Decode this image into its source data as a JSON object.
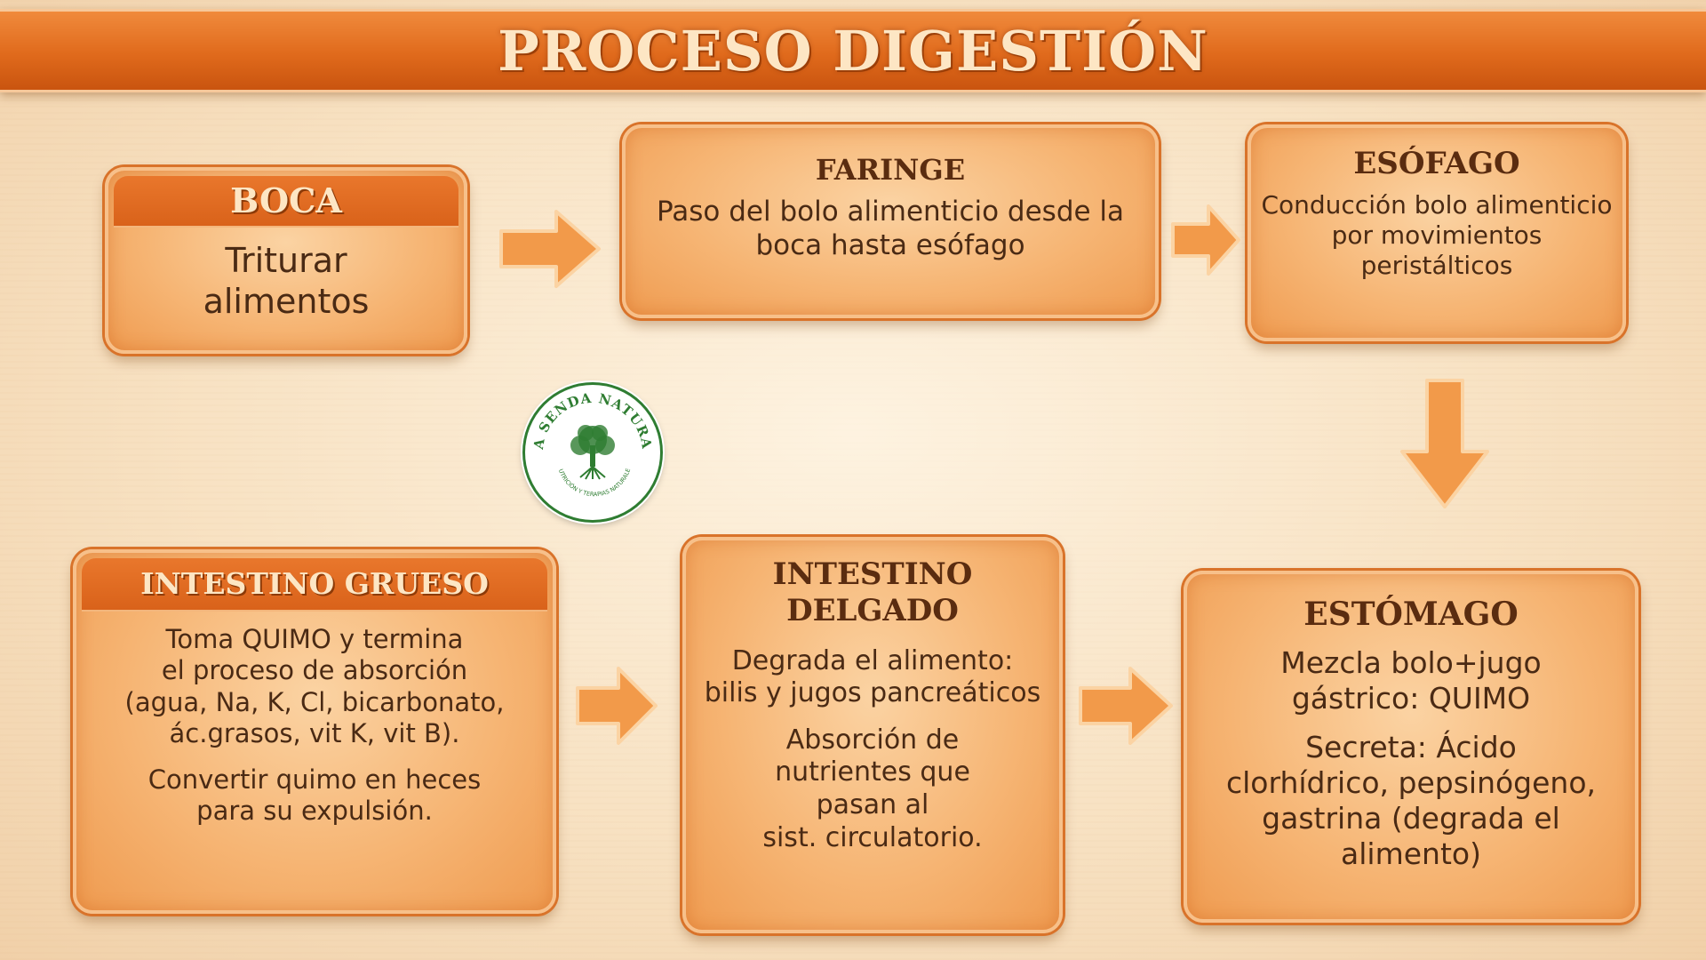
{
  "title": "PROCESO DIGESTIÓN",
  "stages": {
    "boca": {
      "name": "BOCA",
      "lines": [
        "Triturar",
        "alimentos"
      ]
    },
    "faringe": {
      "name": "FARINGE",
      "lines": [
        "Paso del bolo alimenticio desde la",
        "boca hasta esófago"
      ]
    },
    "esofago": {
      "name": "ESÓFAGO",
      "lines": [
        "Conducción bolo alimenticio",
        "por movimientos",
        "peristálticos"
      ]
    },
    "estomago": {
      "name": "ESTÓMAGO",
      "lines": [
        "Mezcla bolo+jugo",
        "gástrico: QUIMO",
        "Secreta: Ácido",
        "clorhídrico, pepsinógeno,",
        "gastrina (degrada el",
        "alimento)"
      ]
    },
    "delgado": {
      "name_lines": [
        "INTESTINO",
        "DELGADO"
      ],
      "lines": [
        "Degrada el alimento:",
        "bilis y jugos pancreáticos",
        "Absorción de",
        "nutrientes que",
        "pasan al",
        "sist. circulatorio."
      ]
    },
    "grueso": {
      "name": "INTESTINO GRUESO",
      "lines": [
        "Toma QUIMO y termina",
        "el proceso de absorción",
        "(agua, Na, K, Cl, bicarbonato,",
        "ác.grasos, vit K, vit B).",
        "Convertir quimo en heces",
        "para su expulsión."
      ]
    }
  },
  "logo": {
    "arc_text": "LA SENDA NATURAL",
    "subtitle": "NUTRICIÓN Y TERAPIAS NATURALES"
  },
  "colors": {
    "banner": "#e06a1c",
    "box": "#f6b574",
    "arrow": "#f29a4a",
    "logo_green": "#2f7d32"
  }
}
